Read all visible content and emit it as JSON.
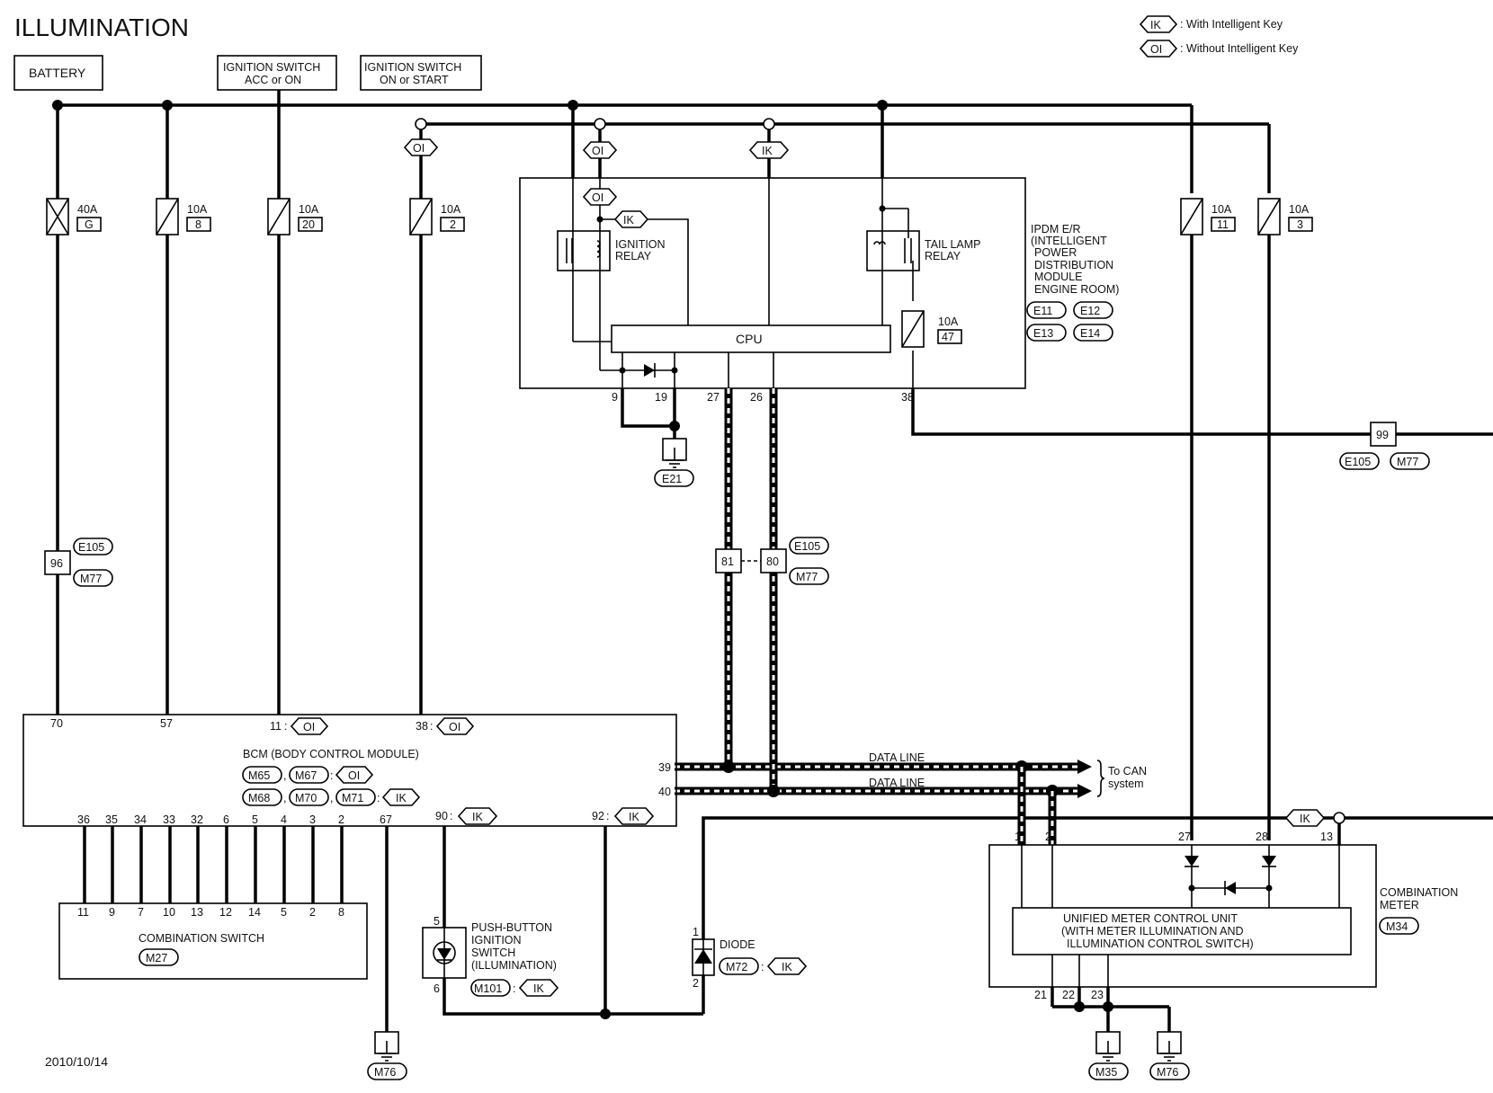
{
  "title": "ILLUMINATION",
  "date": "2010/10/14",
  "legend": [
    {
      "code": "IK",
      "text": ": With Intelligent Key"
    },
    {
      "code": "OI",
      "text": ": Without Intelligent Key"
    }
  ],
  "sources": {
    "battery": "BATTERY",
    "ign_acc": [
      "IGNITION SWITCH",
      "ACC or ON"
    ],
    "ign_on": [
      "IGNITION SWITCH",
      "ON or START"
    ]
  },
  "fuses": [
    {
      "amp": "40A",
      "id": "G"
    },
    {
      "amp": "10A",
      "id": "8"
    },
    {
      "amp": "10A",
      "id": "20"
    },
    {
      "amp": "10A",
      "id": "2"
    },
    {
      "amp": "10A",
      "id": "11"
    },
    {
      "amp": "10A",
      "id": "3"
    },
    {
      "amp": "10A",
      "id": "47"
    }
  ],
  "ipdm": {
    "label": [
      "IPDM E/R",
      "(INTELLIGENT",
      "POWER",
      "DISTRIBUTION",
      "MODULE",
      "ENGINE ROOM)"
    ],
    "connectors": [
      "E11",
      "E12",
      "E13",
      "E14"
    ],
    "ignition_relay": [
      "IGNITION",
      "RELAY"
    ],
    "tail_relay": [
      "TAIL LAMP",
      "RELAY"
    ],
    "cpu": "CPU",
    "pins": [
      "9",
      "19",
      "27",
      "26",
      "38"
    ],
    "ground": "E21"
  },
  "tags": {
    "ik": "IK",
    "oi": "OI"
  },
  "joints": {
    "j96": "96",
    "j81": "81",
    "j80": "80",
    "j99": "99",
    "e105": "E105",
    "m77": "M77"
  },
  "bcm": {
    "label": "BCM (BODY CONTROL MODULE)",
    "conn_oi": [
      "M65",
      "M67"
    ],
    "conn_ik": [
      "M68",
      "M70",
      "M71"
    ],
    "top_pins": [
      "70",
      "57",
      "11",
      "38"
    ],
    "can_pins": [
      "39",
      "40"
    ],
    "bottom_pins": [
      "36",
      "35",
      "34",
      "33",
      "32",
      "6",
      "5",
      "4",
      "3",
      "2",
      "67",
      "90",
      "92"
    ]
  },
  "data_line": "DATA LINE",
  "can_text": [
    "To CAN",
    "system"
  ],
  "comb_switch": {
    "label": "COMBINATION SWITCH",
    "conn": "M27",
    "pins": [
      "11",
      "9",
      "7",
      "10",
      "13",
      "12",
      "14",
      "5",
      "2",
      "8"
    ]
  },
  "push_switch": {
    "label": [
      "PUSH-BUTTON",
      "IGNITION",
      "SWITCH",
      "(ILLUMINATION)"
    ],
    "conn": "M101",
    "pins": [
      "5",
      "6"
    ]
  },
  "diode": {
    "label": "DIODE",
    "conn": "M72",
    "pins": [
      "1",
      "2"
    ]
  },
  "meter": {
    "label": [
      "COMBINATION",
      "METER"
    ],
    "conn": "M34",
    "unit": [
      "UNIFIED METER CONTROL UNIT",
      "(WITH METER ILLUMINATION AND",
      "ILLUMINATION CONTROL SWITCH)"
    ],
    "top_pins": [
      "1",
      "2",
      "27",
      "28",
      "13"
    ],
    "bottom_pins": [
      "21",
      "22",
      "23"
    ]
  },
  "grounds": [
    "M76",
    "M35",
    "M76"
  ]
}
